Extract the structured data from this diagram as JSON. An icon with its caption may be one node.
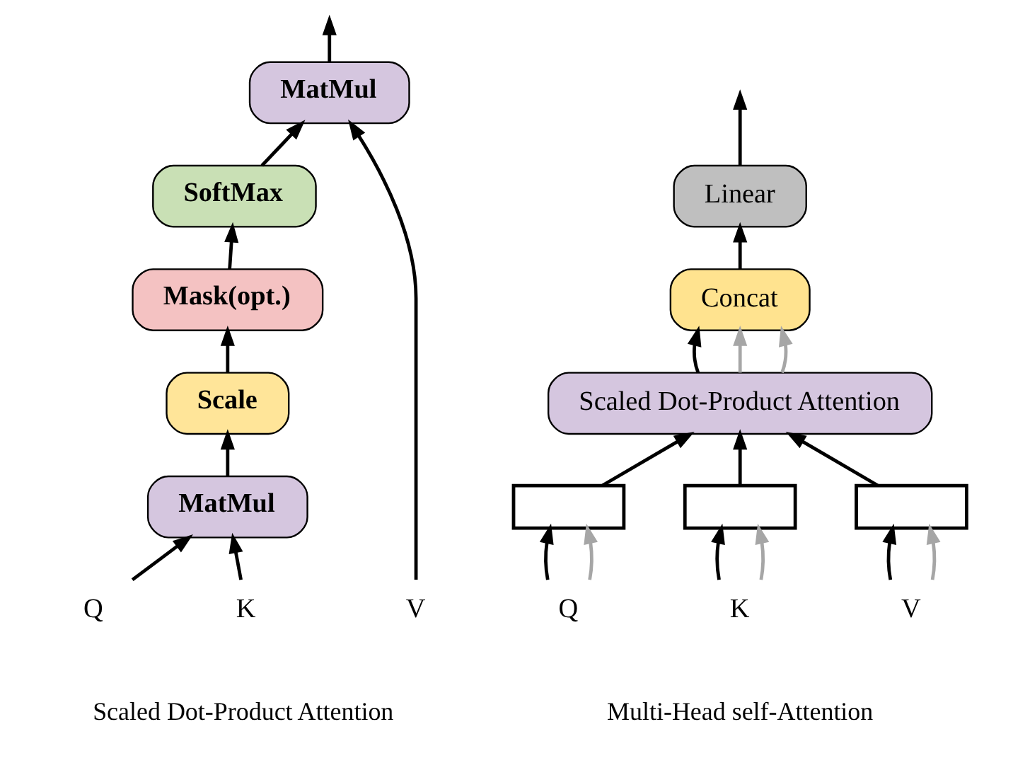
{
  "diagram": {
    "nodes": [
      {
        "text": [
          "MatMul"
        ]
      },
      {
        "text": [
          "SoftMax"
        ]
      },
      {
        "text": [
          "Mask(opt.)"
        ]
      },
      {
        "text": [
          "Scale"
        ]
      },
      {
        "text": [
          "MatMul"
        ]
      },
      {
        "text": [
          "Q"
        ]
      },
      {
        "text": [
          "K"
        ]
      },
      {
        "text": [
          "V"
        ]
      },
      {
        "text": [
          "Linear"
        ]
      },
      {
        "text": [
          "Concat"
        ]
      },
      {
        "text": [
          "Scaled Dot-Product Attention"
        ]
      },
      {
        "text": [],
        "shape": "box"
      },
      {
        "text": [],
        "shape": "box"
      },
      {
        "text": [],
        "shape": "box"
      },
      {
        "text": [
          "Q"
        ]
      },
      {
        "text": [
          "K"
        ]
      },
      {
        "text": [
          "V"
        ]
      }
    ],
    "edges": [
      {
        "from": 0,
        "to": null,
        "arrow": "to"
      },
      {
        "from": 1,
        "to": 0,
        "arrow": "to"
      },
      {
        "from": 2,
        "to": 1,
        "arrow": "to"
      },
      {
        "from": 3,
        "to": 2,
        "arrow": "to"
      },
      {
        "from": 4,
        "to": 3,
        "arrow": "to"
      },
      {
        "from": 5,
        "to": 4,
        "arrow": "to"
      },
      {
        "from": 6,
        "to": 4,
        "arrow": "to"
      },
      {
        "from": 7,
        "to": 0,
        "arrow": "to"
      },
      {
        "from": 8,
        "to": null,
        "arrow": "to"
      },
      {
        "from": 9,
        "to": 8,
        "arrow": "to"
      },
      {
        "from": 10,
        "to": 9,
        "arrow": "to"
      },
      {
        "from": 10,
        "to": 9,
        "arrow": "to",
        "color": "#a6a6a6"
      },
      {
        "from": 10,
        "to": 9,
        "arrow": "to",
        "color": "#a6a6a6"
      },
      {
        "from": 11,
        "to": 10,
        "arrow": "to"
      },
      {
        "from": 12,
        "to": 10,
        "arrow": "to"
      },
      {
        "from": 13,
        "to": 10,
        "arrow": "to"
      },
      {
        "from": 14,
        "to": 11,
        "arrow": "to"
      },
      {
        "from": 14,
        "to": 11,
        "arrow": "to",
        "color": "#a6a6a6"
      },
      {
        "from": 15,
        "to": 12,
        "arrow": "to"
      },
      {
        "from": 15,
        "to": 12,
        "arrow": "to",
        "color": "#a6a6a6"
      },
      {
        "from": 16,
        "to": 13,
        "arrow": "to"
      },
      {
        "from": 16,
        "to": 13,
        "arrow": "to",
        "color": "#a6a6a6"
      }
    ],
    "labels": [
      "Scaled Dot-Product Attention",
      "Multi-Head self-Attention"
    ]
  }
}
